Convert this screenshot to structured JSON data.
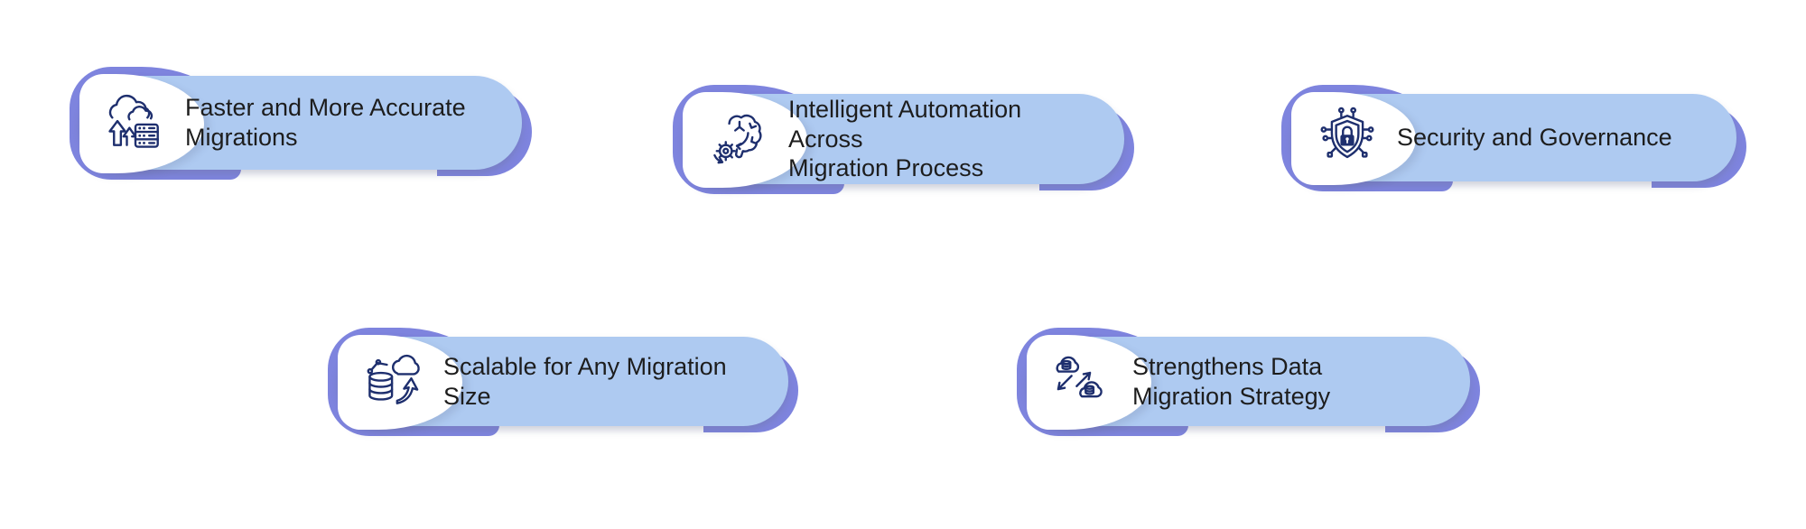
{
  "style": {
    "background": "#ffffff",
    "pill_fill": "#aecaf1",
    "accent_purple": "#7e84de",
    "blob_fill": "#ffffff",
    "icon_stroke": "#1e2f6e",
    "text_color": "#1d1d1d"
  },
  "cards": [
    {
      "id": "faster-migrations",
      "icon": "clouds-upload-servers-icon",
      "label": "Faster and More Accurate\nMigrations"
    },
    {
      "id": "intelligent-automation",
      "icon": "brain-gear-automation-icon",
      "label": "Intelligent Automation Across\nMigration Process"
    },
    {
      "id": "security-governance",
      "icon": "shield-lock-circuit-icon",
      "label": "Security and Governance"
    },
    {
      "id": "scalable-migration",
      "icon": "database-cloud-scale-icon",
      "label": "Scalable for Any Migration\nSize"
    },
    {
      "id": "migration-strategy",
      "icon": "cloud-database-exchange-icon",
      "label": "Strengthens Data\nMigration Strategy"
    }
  ]
}
